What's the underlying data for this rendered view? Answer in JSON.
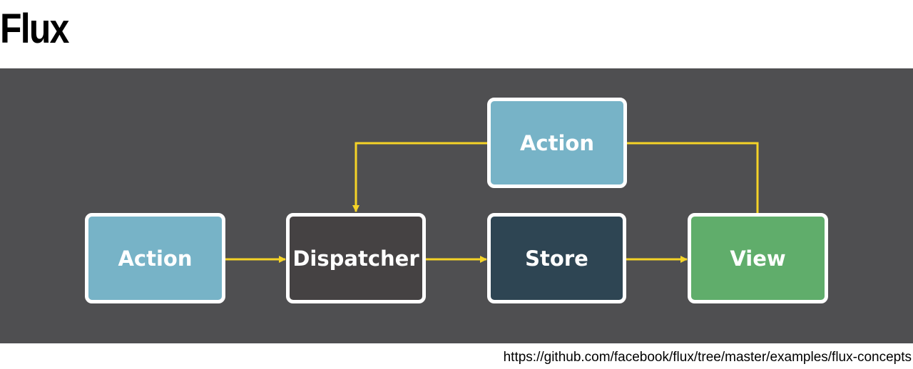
{
  "title": "Flux",
  "source_url": "https://github.com/facebook/flux/tree/master/examples/flux-concepts",
  "colors": {
    "panel_background": "#4f4f51",
    "connector": "#f5d327",
    "action": "#77b3c7",
    "dispatcher": "#454243",
    "store": "#2e4553",
    "view": "#60ad6b",
    "node_border": "#ffffff"
  },
  "nodes": {
    "action_main": {
      "label": "Action"
    },
    "dispatcher": {
      "label": "Dispatcher"
    },
    "store": {
      "label": "Store"
    },
    "view": {
      "label": "View"
    },
    "action_feedback": {
      "label": "Action"
    }
  },
  "edges": [
    {
      "from": "action_main",
      "to": "dispatcher"
    },
    {
      "from": "dispatcher",
      "to": "store"
    },
    {
      "from": "store",
      "to": "view"
    },
    {
      "from": "view",
      "to": "action_feedback"
    },
    {
      "from": "action_feedback",
      "to": "dispatcher"
    }
  ]
}
